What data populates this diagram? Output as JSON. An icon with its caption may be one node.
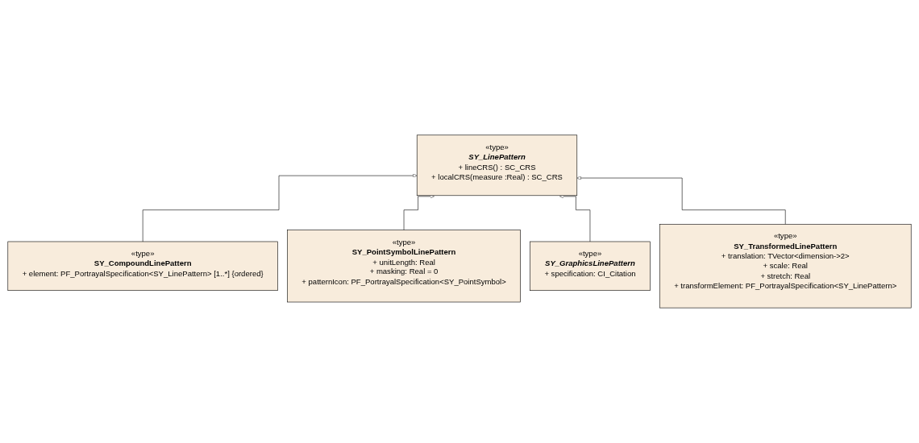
{
  "diagram": {
    "nodes": [
      {
        "text": [
          "«type»",
          "SY_LinePattern",
          "+ lineCRS() : SC_CRS",
          "+ localCRS(measure :Real) : SC_CRS"
        ]
      },
      {
        "text": [
          "«type»",
          "SY_CompoundLinePattern",
          "+ element: PF_PortrayalSpecification<SY_LinePattern> [1..*] {ordered}"
        ]
      },
      {
        "text": [
          "«type»",
          "SY_TransformedLinePattern",
          "+ translation: TVector<dimension->2>",
          "+ scale: Real",
          "+ stretch: Real",
          "+ transformElement: PF_PortrayalSpecification<SY_LinePattern>"
        ]
      },
      {
        "text": [
          "«type»",
          "SY_PointSymbolLinePattern",
          "+ unitLength: Real",
          "+ masking: Real = 0",
          "+ patternIcon: PF_PortrayalSpecification<SY_PointSymbol>"
        ]
      },
      {
        "text": [
          "«type»",
          "SY_GraphicsLinePattern",
          "+ specification: CI_Citation"
        ]
      }
    ],
    "edges": [
      {
        "from": 1,
        "to": 0,
        "arrow": "to"
      },
      {
        "from": 3,
        "to": 0,
        "arrow": "to"
      },
      {
        "from": 4,
        "to": 0,
        "arrow": "to"
      },
      {
        "from": 2,
        "to": 0,
        "arrow": "to"
      }
    ]
  }
}
